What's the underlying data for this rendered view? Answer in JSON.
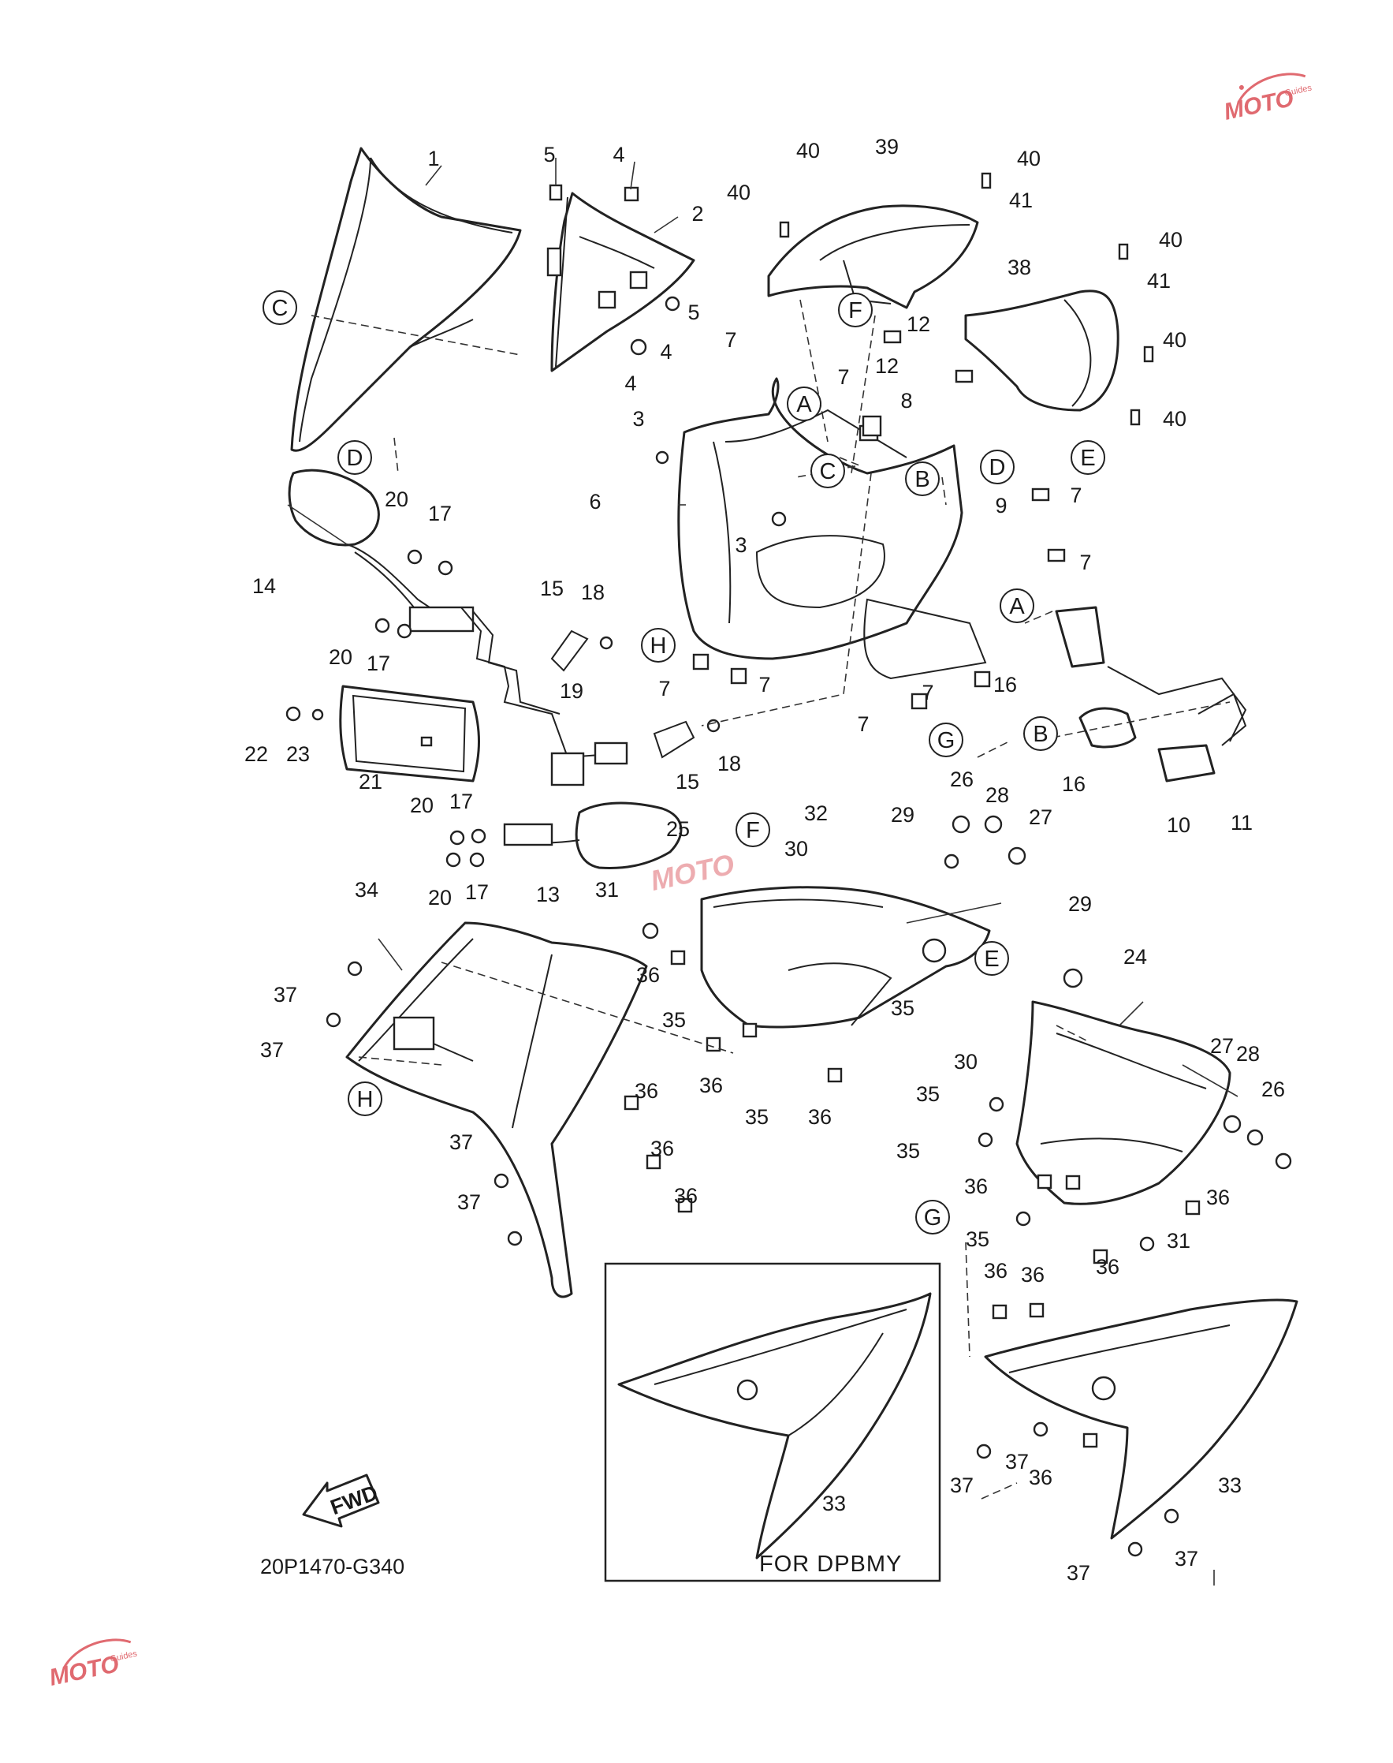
{
  "diagram": {
    "drawing_code": "20P1470-G340",
    "inset_caption": "FOR DPBMY",
    "direction_arrow": "FWD",
    "watermark": {
      "text": "MOTO",
      "subtext": "Guides",
      "color": "#e06a70"
    },
    "reference_letters": [
      "A",
      "B",
      "C",
      "D",
      "E",
      "F",
      "G",
      "H"
    ],
    "callouts": [
      "1",
      "2",
      "3",
      "4",
      "5",
      "6",
      "7",
      "8",
      "9",
      "10",
      "11",
      "12",
      "13",
      "14",
      "15",
      "16",
      "17",
      "18",
      "19",
      "20",
      "21",
      "22",
      "23",
      "24",
      "25",
      "26",
      "27",
      "28",
      "29",
      "30",
      "31",
      "32",
      "33",
      "34",
      "35",
      "36",
      "37",
      "38",
      "39",
      "40",
      "41"
    ]
  }
}
